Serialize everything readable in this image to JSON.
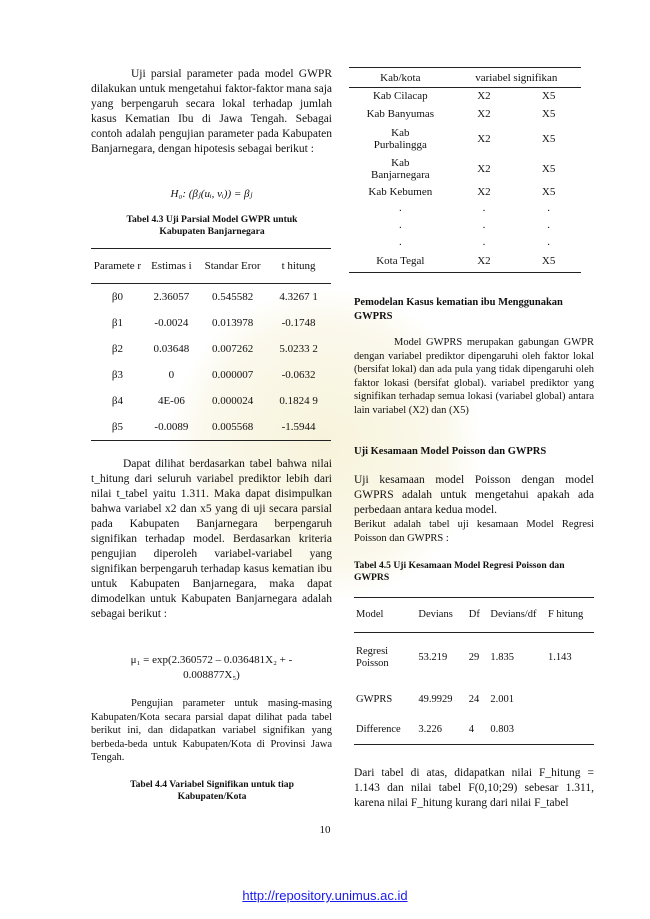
{
  "left_column": {
    "intro_paragraph": "Uji parsial parameter pada model GWPR dilakukan untuk mengetahui faktor-faktor mana saja yang berpengaruh secara lokal terhadap jumlah kasus Kematian Ibu di Jawa Tengah. Sebagai contoh adalah pengujian parameter pada Kabupaten Banjarnegara, dengan hipotesis sebagai berikut :",
    "hypothesis": "H₀: (βⱼ(uᵢ, vᵢ)) = βⱼ",
    "table43": {
      "caption": "Tabel 4.3 Uji Parsial Model GWPR untuk Kabupaten Banjarnegara",
      "headers": [
        "Paramete r",
        "Estimas i",
        "Standar Eror",
        "t hitung"
      ],
      "rows": [
        [
          "β0",
          "2.36057",
          "0.545582",
          "4.3267 1"
        ],
        [
          "β1",
          "-0.0024",
          "0.013978",
          "-0.1748"
        ],
        [
          "β2",
          "0.03648",
          "0.007262",
          "5.0233 2"
        ],
        [
          "β3",
          "0",
          "0.000007",
          "-0.0632"
        ],
        [
          "β4",
          "4E-06",
          "0.000024",
          "0.1824 9"
        ],
        [
          "β5",
          "-0.0089",
          "0.005568",
          "-1.5944"
        ]
      ]
    },
    "conclusion_paragraph": "Dapat dilihat berdasarkan tabel bahwa nilai t_hitung dari seluruh variabel prediktor lebih dari nilai t_tabel yaitu 1.311. Maka dapat disimpulkan bahwa variabel x2 dan x5 yang di uji secara parsial pada Kabupaten Banjarnegara berpengaruh signifikan terhadap model. Berdasarkan kriteria pengujian diperoleh variabel-variabel yang signifikan berpengaruh terhadap kasus kematian ibu untuk Kabupaten Banjarnegara, maka dapat dimodelkan untuk Kabupaten Banjarnegara adalah sebagai berikut :",
    "model_eq_line1": "μ₁ = exp(2.360572 – 0.036481X₂ + -",
    "model_eq_line2": "0.008877X₅)",
    "testing_paragraph": "Pengujian parameter untuk masing-masing Kabupaten/Kota secara parsial dapat dilihat pada tabel berikut ini, dan didapatkan variabel signifikan yang berbeda-beda untuk Kabupaten/Kota di Provinsi Jawa Tengah.",
    "table44_caption": "Tabel 4.4 Variabel Signifikan untuk tiap Kabupaten/Kota"
  },
  "right_column": {
    "table44": {
      "headers": [
        "Kab/kota",
        "variabel signifikan"
      ],
      "rows": [
        [
          "Kab Cilacap",
          "X2",
          "X5"
        ],
        [
          "Kab Banyumas",
          "X2",
          "X5"
        ],
        [
          "Kab Purbalingga",
          "X2",
          "X5"
        ],
        [
          "Kab Banjarnegara",
          "X2",
          "X5"
        ],
        [
          "Kab Kebumen",
          "X2",
          "X5"
        ],
        [
          ".",
          ".",
          "."
        ],
        [
          ".",
          ".",
          "."
        ],
        [
          ".",
          ".",
          "."
        ],
        [
          "Kota Tegal",
          "X2",
          "X5"
        ]
      ]
    },
    "heading_gwprs": "Pemodelan Kasus kematian ibu Menggunakan GWPRS",
    "gwprs_paragraph": "Model GWPRS merupakan gabungan GWPR dengan variabel prediktor dipengaruhi oleh faktor lokal (bersifat lokal) dan ada pula yang tidak dipengaruhi oleh faktor lokasi (bersifat global). variabel prediktor yang signifikan terhadap semua lokasi (variabel global) antara lain variabel (X2) dan (X5)",
    "heading_uji": "Uji Kesamaan Model Poisson dan GWPRS",
    "uji_paragraph": "Uji kesamaan model Poisson dengan model GWPRS adalah untuk mengetahui apakah ada perbedaan antara kedua model.",
    "uji_paragraph2": "Berikut adalah tabel uji kesamaan Model Regresi Poisson dan GWPRS :",
    "table45": {
      "caption": "Tabel 4.5 Uji Kesamaan Model Regresi Poisson dan GWPRS",
      "headers": [
        "Model",
        "Devians",
        "Df",
        "Devians/df",
        "F hitung"
      ],
      "rows": [
        [
          "Regresi Poisson",
          "53.219",
          "29",
          "1.835",
          "1.143"
        ],
        [
          "GWPRS",
          "49.9929",
          "24",
          "2.001",
          ""
        ],
        [
          "Difference",
          "3.226",
          "4",
          "0.803",
          ""
        ]
      ]
    },
    "final_paragraph": "Dari tabel di atas, didapatkan nilai F_hitung = 1.143 dan nilai tabel F(0,10;29) sebesar 1.311, karena nilai F_hitung kurang dari nilai F_tabel"
  },
  "page_number": "10",
  "footer_link": "http://repository.unimus.ac.id"
}
